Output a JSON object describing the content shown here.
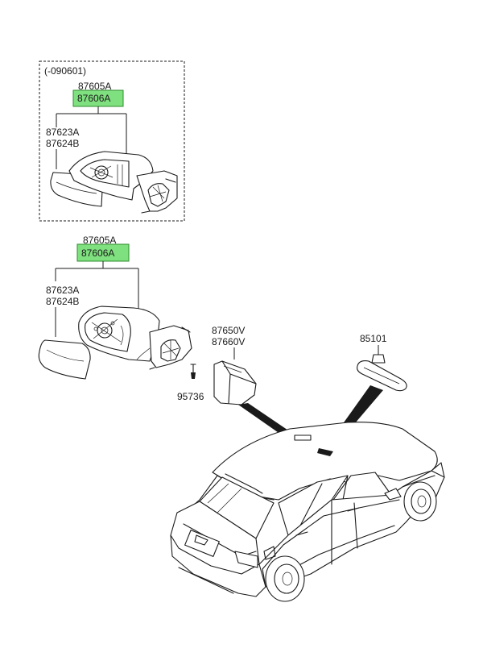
{
  "inset": {
    "date_code": "(-090601)",
    "assembly_code": "87605A",
    "assembly_code_highlight": "87606A",
    "glass_code_1": "87623A",
    "glass_code_2": "87624B"
  },
  "main": {
    "assembly_code": "87605A",
    "assembly_code_highlight": "87606A",
    "glass_code_1": "87623A",
    "glass_code_2": "87624B",
    "screw_code": "95736",
    "cover_code_1": "87650V",
    "cover_code_2": "87660V",
    "inside_mirror_code": "85101"
  },
  "colors": {
    "highlight_fill": "#7fe07f",
    "highlight_border": "#2e8b2e",
    "line": "#1a1a1a"
  }
}
